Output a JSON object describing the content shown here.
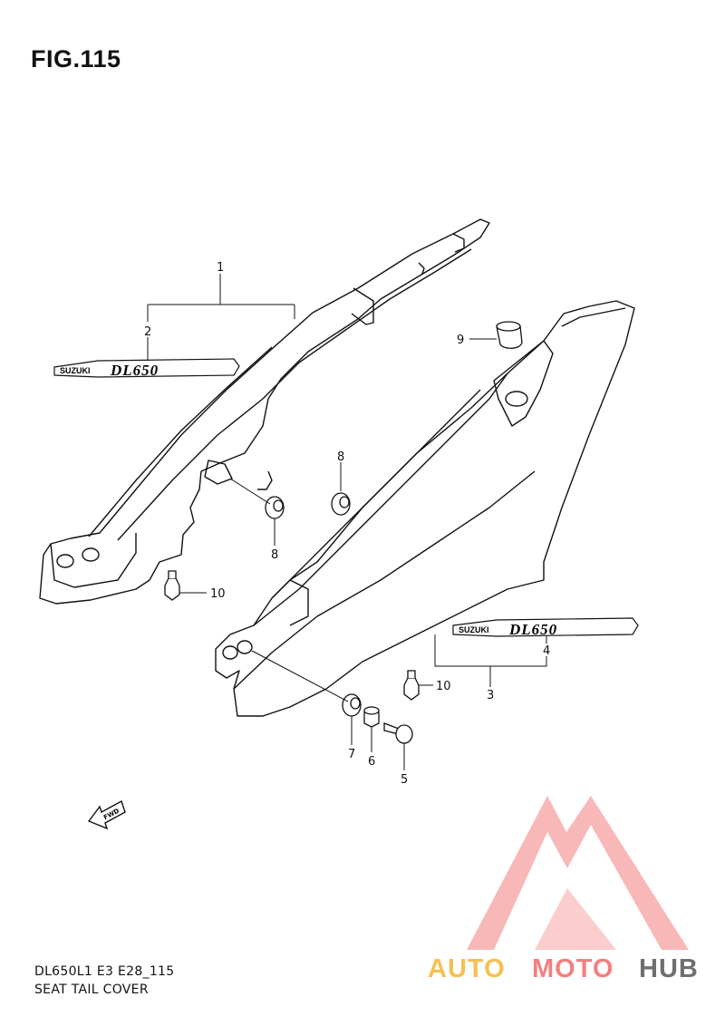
{
  "figure": {
    "title": "FIG.115"
  },
  "footer": {
    "code": "DL650L1 E3 E28_115",
    "name": "SEAT TAIL COVER"
  },
  "emblem": {
    "brand": "SUZUKI",
    "model": "DL650"
  },
  "direction_arrow": {
    "label": "FWD"
  },
  "callouts": [
    {
      "id": "c1",
      "number": "1"
    },
    {
      "id": "c2",
      "number": "2"
    },
    {
      "id": "c3",
      "number": "3"
    },
    {
      "id": "c4",
      "number": "4"
    },
    {
      "id": "c5",
      "number": "5"
    },
    {
      "id": "c6",
      "number": "6"
    },
    {
      "id": "c7",
      "number": "7"
    },
    {
      "id": "c8a",
      "number": "8"
    },
    {
      "id": "c8b",
      "number": "8"
    },
    {
      "id": "c9",
      "number": "9"
    },
    {
      "id": "c10a",
      "number": "10"
    },
    {
      "id": "c10b",
      "number": "10"
    }
  ],
  "watermark": {
    "logo_parts": [
      "AUTO",
      "MOTO",
      "HUB"
    ],
    "colors": {
      "auto": "#f6bf52",
      "moto": "#f47f7f",
      "hub": "#6f6f6f",
      "triangle": "#f47f7f"
    }
  }
}
